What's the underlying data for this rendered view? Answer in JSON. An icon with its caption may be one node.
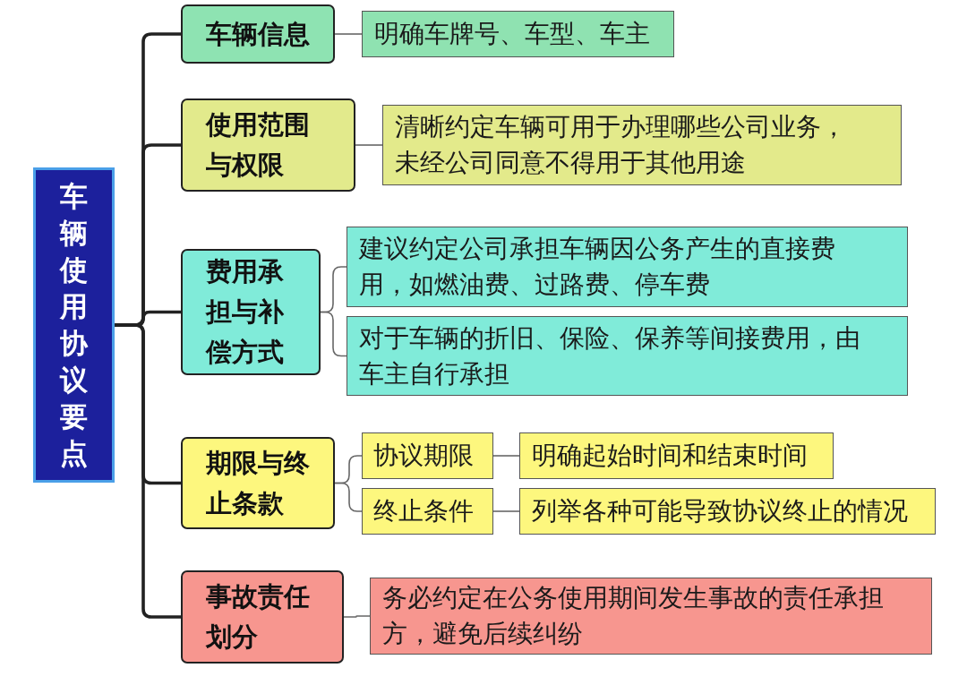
{
  "diagram": {
    "nodes": [
      {
        "text": [
          "车辆使用协议要点"
        ]
      },
      {
        "text": [
          "车辆信息"
        ]
      },
      {
        "text": [
          "明确车牌号、车型、车主"
        ]
      },
      {
        "text": [
          "使用范围与权限"
        ]
      },
      {
        "text": [
          "清晰约定车辆可用于办理哪些公司业务，未经公司同意不得用于其他用途"
        ]
      },
      {
        "text": [
          "费用承担与补偿方式"
        ]
      },
      {
        "text": [
          "建议约定公司承担车辆因公务产生的直接费用，如燃油费、过路费、停车费"
        ]
      },
      {
        "text": [
          "对于车辆的折旧、保险、保养等间接费用，由车主自行承担"
        ]
      },
      {
        "text": [
          "期限与终止条款"
        ]
      },
      {
        "text": [
          "协议期限"
        ]
      },
      {
        "text": [
          "明确起始时间和结束时间"
        ]
      },
      {
        "text": [
          "终止条件"
        ]
      },
      {
        "text": [
          "列举各种可能导致协议终止的情况"
        ]
      },
      {
        "text": [
          "事故责任划分"
        ]
      },
      {
        "text": [
          "务必约定在公务使用期间发生事故的责任承担方，避免后续纠纷"
        ]
      }
    ],
    "edges": [
      {
        "from": 0,
        "to": 1,
        "arrow": "none",
        "style": "thick",
        "color": "#222222"
      },
      {
        "from": 0,
        "to": 3,
        "arrow": "none",
        "style": "thick",
        "color": "#222222"
      },
      {
        "from": 0,
        "to": 5,
        "arrow": "none",
        "style": "thick",
        "color": "#222222"
      },
      {
        "from": 0,
        "to": 8,
        "arrow": "none",
        "style": "thick",
        "color": "#222222"
      },
      {
        "from": 0,
        "to": 13,
        "arrow": "none",
        "style": "thick",
        "color": "#222222"
      },
      {
        "from": 1,
        "to": 2,
        "arrow": "none"
      },
      {
        "from": 3,
        "to": 4,
        "arrow": "none"
      },
      {
        "from": 5,
        "to": 6,
        "arrow": "none"
      },
      {
        "from": 5,
        "to": 7,
        "arrow": "none"
      },
      {
        "from": 8,
        "to": 9,
        "arrow": "none"
      },
      {
        "from": 8,
        "to": 11,
        "arrow": "none"
      },
      {
        "from": 9,
        "to": 10,
        "arrow": "none"
      },
      {
        "from": 11,
        "to": 12,
        "arrow": "none"
      },
      {
        "from": 13,
        "to": 14,
        "arrow": "none"
      }
    ]
  }
}
